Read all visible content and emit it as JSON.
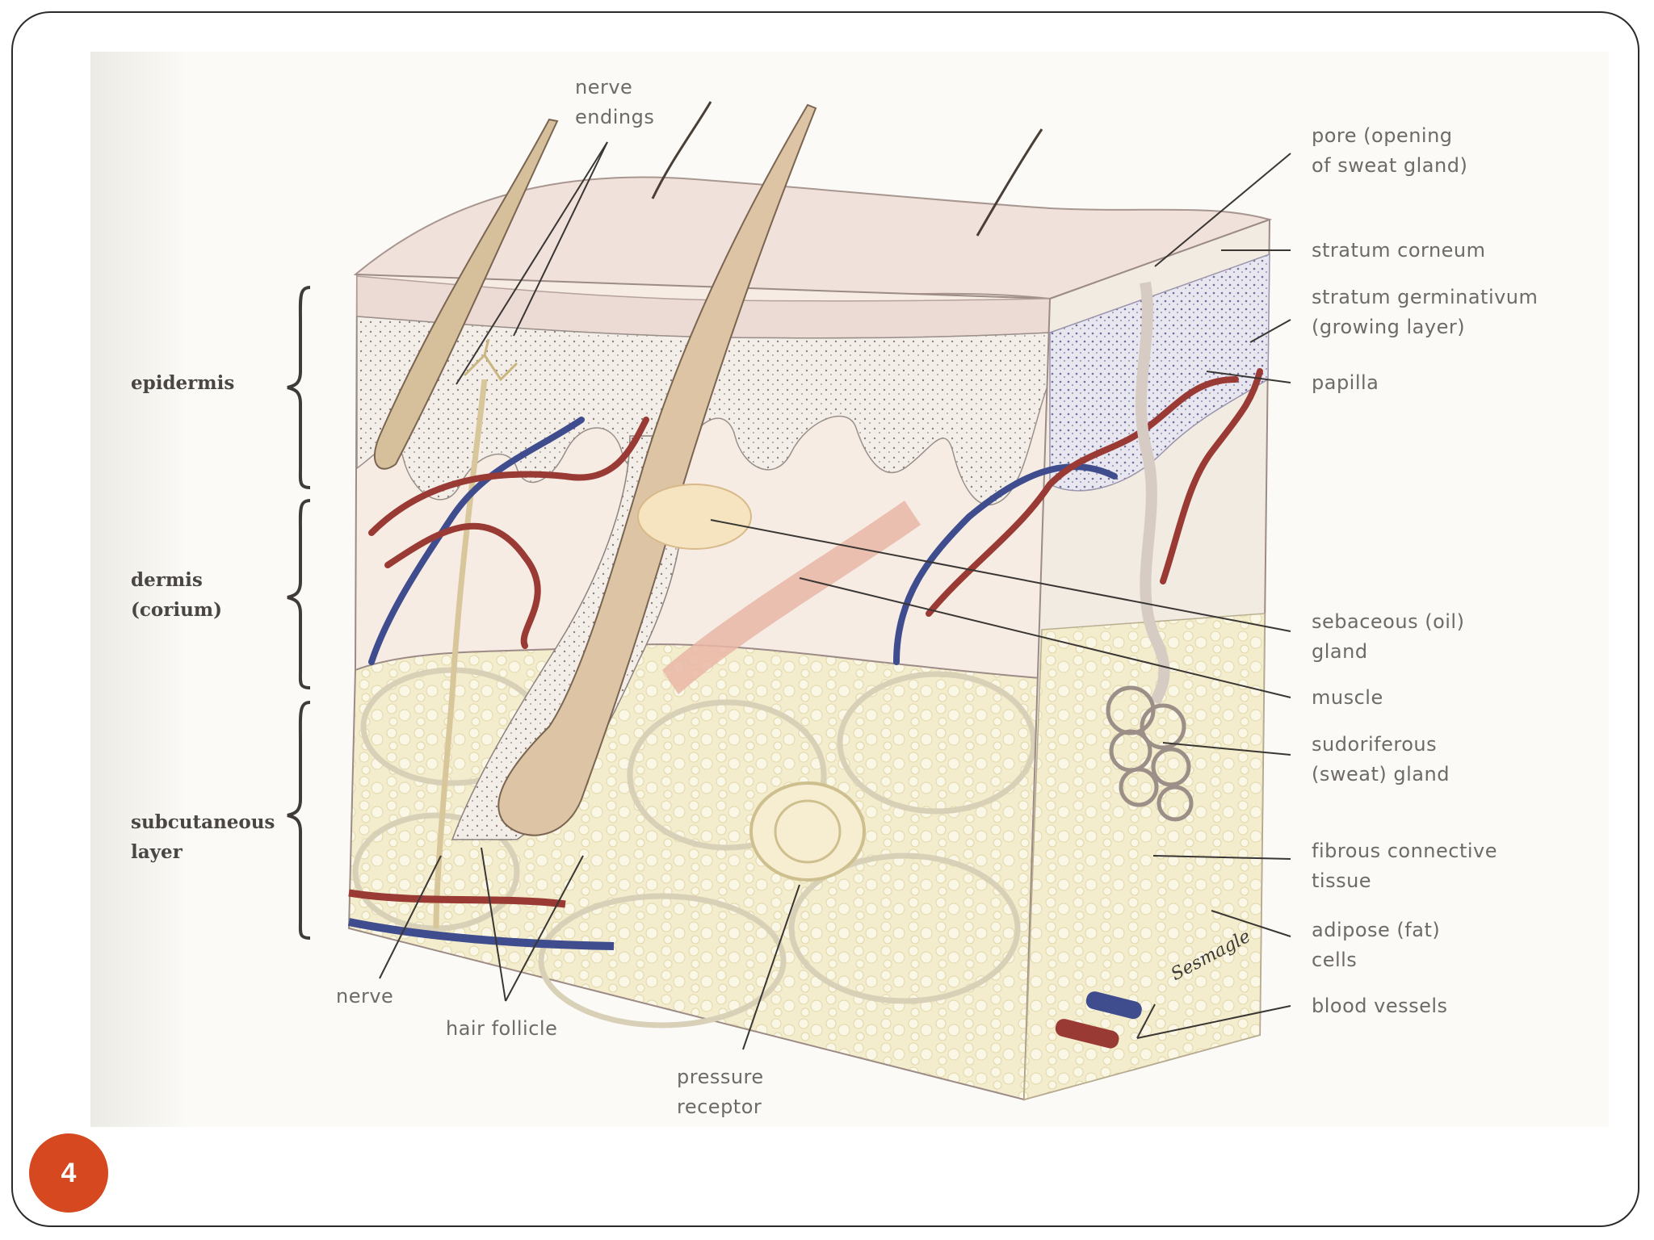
{
  "slide": {
    "page_number": "4"
  },
  "diagram": {
    "signature": "Sesmagle",
    "layer_labels": {
      "epidermis": "epidermis",
      "dermis": "dermis\n(corium)",
      "subcutaneous": "subcutaneous\nlayer"
    },
    "labels": {
      "nerve_endings": "nerve\nendings",
      "pore": "pore (opening\nof sweat gland)",
      "stratum_corneum": "stratum corneum",
      "stratum_germinativum": "stratum germinativum\n(growing layer)",
      "papilla": "papilla",
      "sebaceous_gland": "sebaceous (oil)\ngland",
      "muscle": "muscle",
      "sudoriferous_gland": "sudoriferous\n(sweat) gland",
      "fibrous_tissue": "fibrous connective\ntissue",
      "adipose_cells": "adipose (fat)\ncells",
      "blood_vessels": "blood vessels",
      "nerve": "nerve",
      "hair_follicle": "hair follicle",
      "pressure_receptor": "pressure\nreceptor"
    }
  }
}
